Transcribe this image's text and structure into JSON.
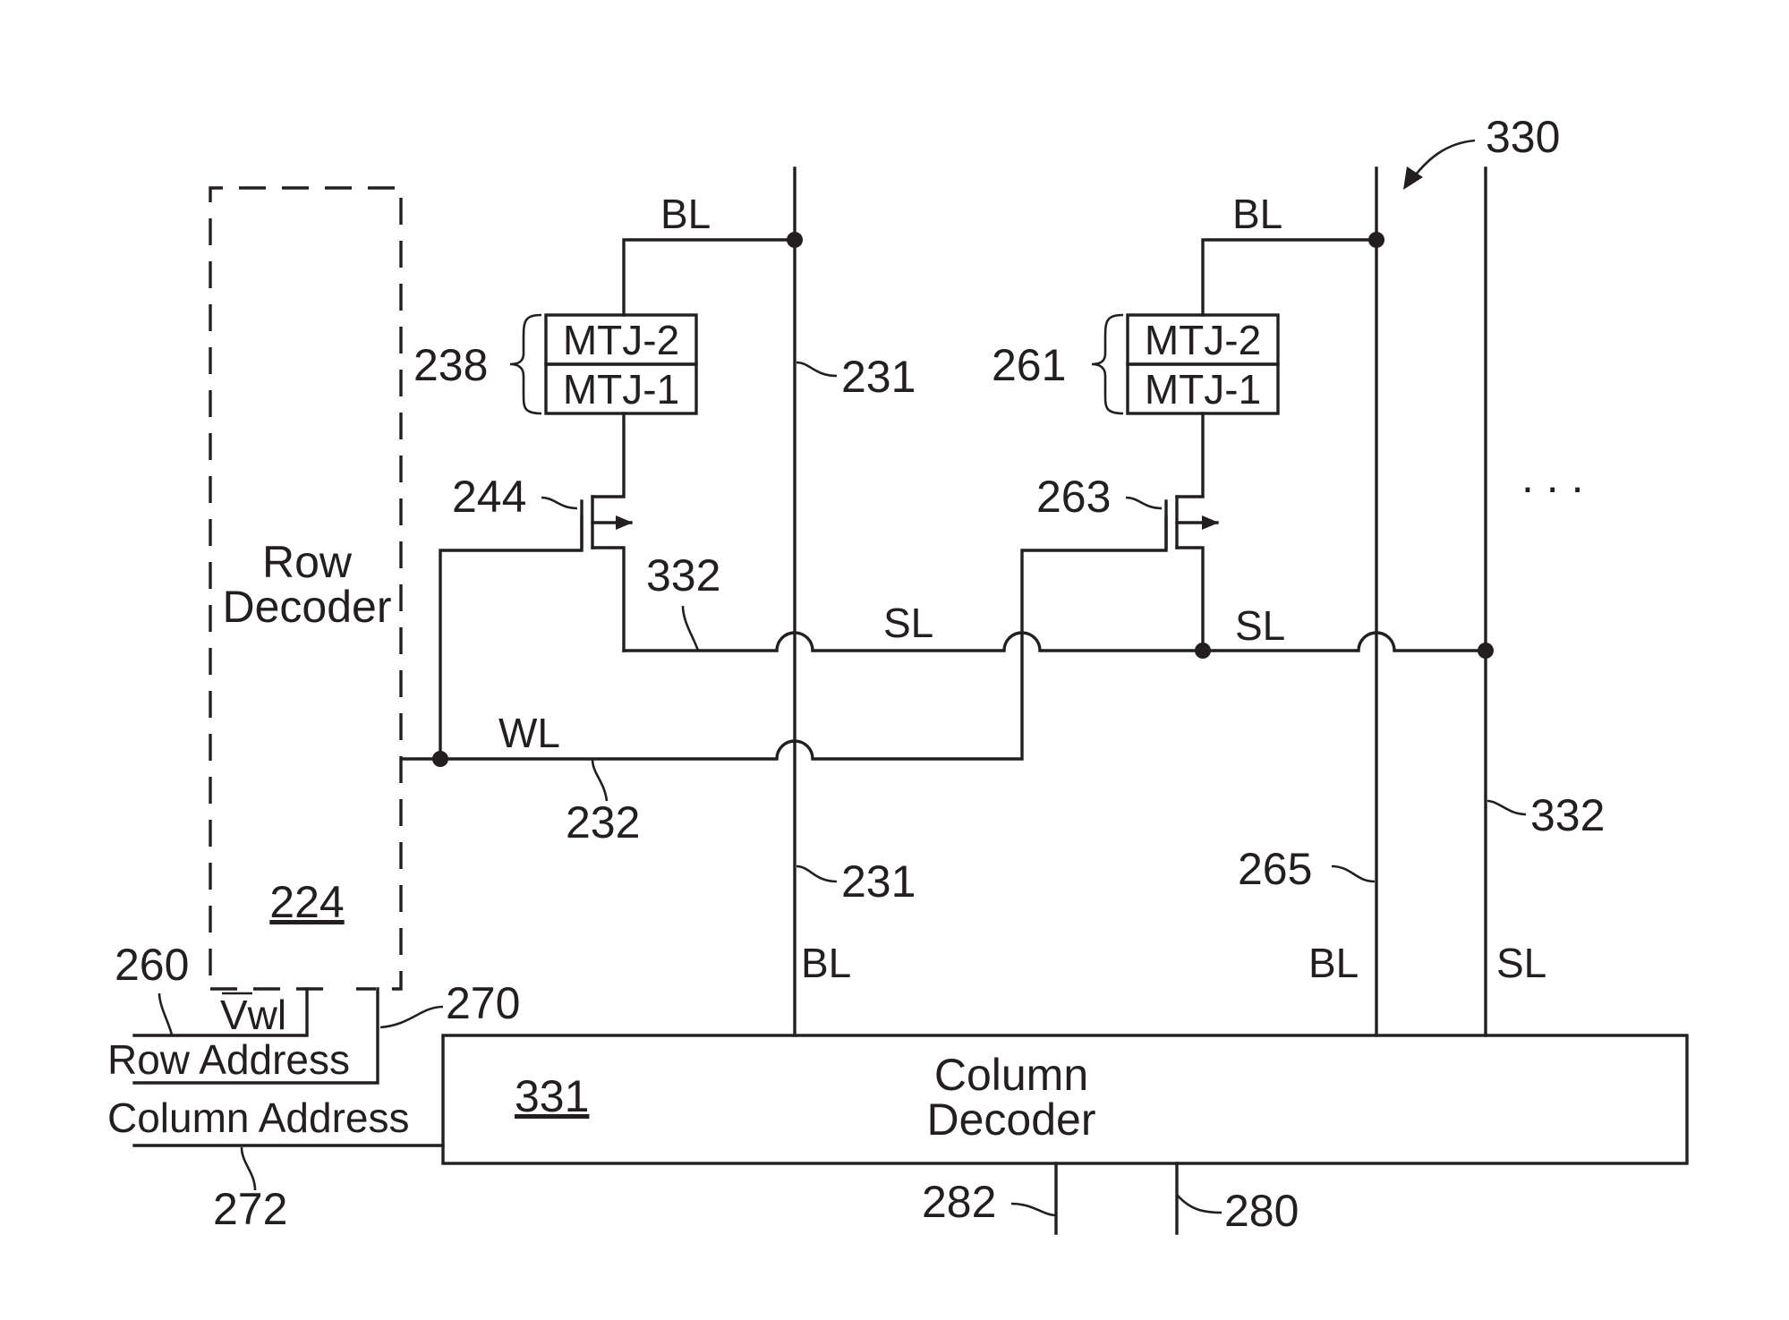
{
  "labels": {
    "figure_ref": "330",
    "row_decoder_line1": "Row",
    "row_decoder_line2": "Decoder",
    "row_decoder_ref": "224",
    "column_decoder_line1": "Column",
    "column_decoder_line2": "Decoder",
    "column_decoder_ref": "331",
    "row_address": "Row Address",
    "column_address": "Column Address",
    "vwl": "Vwl",
    "ref_260": "260",
    "ref_270": "270",
    "ref_272": "272",
    "ref_282": "282",
    "ref_280": "280",
    "bl_top_1": "BL",
    "bl_top_2": "BL",
    "bl_bottom_1": "BL",
    "bl_bottom_2": "BL",
    "sl_bottom": "SL",
    "sl_mid_1": "SL",
    "sl_mid_2": "SL",
    "wl": "WL",
    "ref_231_top": "231",
    "ref_231_bottom": "231",
    "ref_232": "232",
    "ref_332_mid": "332",
    "ref_332_right": "332",
    "ref_265": "265",
    "ellipsis": ". . .",
    "cell1_stack_ref": "238",
    "cell1_mtj2": "MTJ-2",
    "cell1_mtj1": "MTJ-1",
    "cell1_transistor_ref": "244",
    "cell2_stack_ref": "261",
    "cell2_mtj2": "MTJ-2",
    "cell2_mtj1": "MTJ-1",
    "cell2_transistor_ref": "263"
  }
}
